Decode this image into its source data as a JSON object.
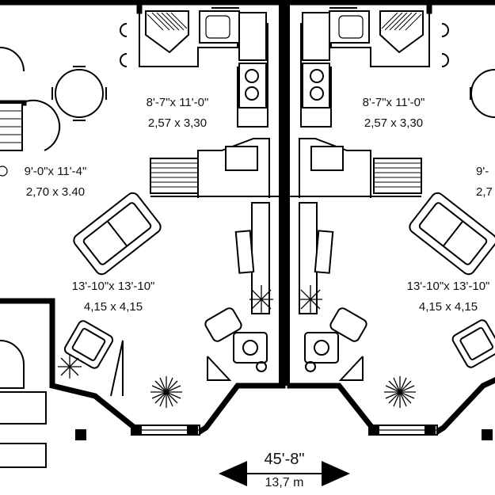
{
  "plan": {
    "rooms": [
      {
        "id": "kitchen-left",
        "dim_imperial": "8'-7\"x 11'-0\"",
        "dim_metric": "2,57 x 3,30"
      },
      {
        "id": "kitchen-right",
        "dim_imperial": "8'-7\"x 11'-0\"",
        "dim_metric": "2,57 x 3,30"
      },
      {
        "id": "dining-left",
        "dim_imperial": "9'-0\"x 11'-4\"",
        "dim_metric": "2,70 x 3.40"
      },
      {
        "id": "dining-right",
        "dim_imperial": "9'-",
        "dim_metric": "2,7"
      },
      {
        "id": "living-left",
        "dim_imperial": "13'-10\"x 13'-10\"",
        "dim_metric": "4,15 x 4,15"
      },
      {
        "id": "living-right",
        "dim_imperial": "13'-10\"x 13'-10\"",
        "dim_metric": "4,15 x 4,15"
      }
    ],
    "overall_width_imperial": "45'-8\"",
    "overall_width_metric": "13,7 m"
  }
}
